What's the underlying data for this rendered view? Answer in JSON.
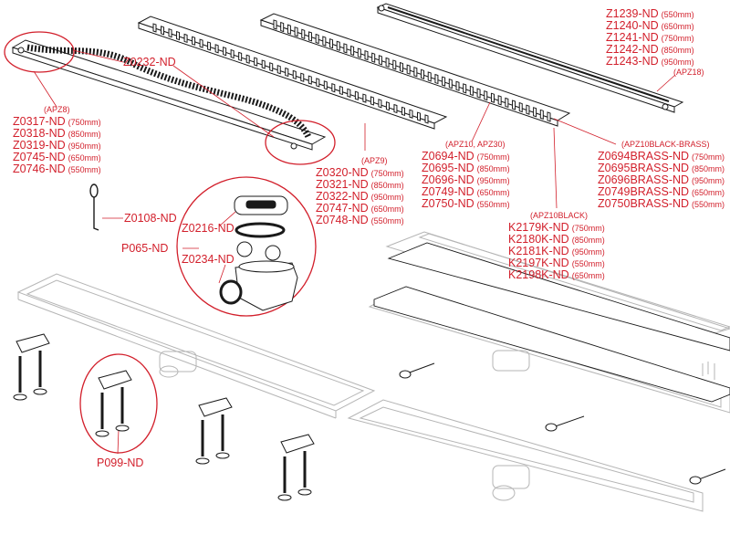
{
  "colors": {
    "accent": "#d21f2b",
    "line": "#1a1a1a",
    "ghost": "#b5b5b5"
  },
  "labels": {
    "z1239_group": {
      "rows": [
        {
          "code": "Z1239-ND",
          "mm": "(550mm)"
        },
        {
          "code": "Z1240-ND",
          "mm": "(650mm)"
        },
        {
          "code": "Z1241-ND",
          "mm": "(750mm)"
        },
        {
          "code": "Z1242-ND",
          "mm": "(850mm)"
        },
        {
          "code": "Z1243-ND",
          "mm": "(950mm)"
        }
      ],
      "group": "(APZ18)"
    },
    "z0232": "Z0232-ND",
    "apz8_group": {
      "group": "(APZ8)",
      "rows": [
        {
          "code": "Z0317-ND",
          "mm": "(750mm)"
        },
        {
          "code": "Z0318-ND",
          "mm": "(850mm)"
        },
        {
          "code": "Z0319-ND",
          "mm": "(950mm)"
        },
        {
          "code": "Z0745-ND",
          "mm": "(650mm)"
        },
        {
          "code": "Z0746-ND",
          "mm": "(550mm)"
        }
      ]
    },
    "apz9_group": {
      "group": "(APZ9)",
      "rows": [
        {
          "code": "Z0320-ND",
          "mm": "(750mm)"
        },
        {
          "code": "Z0321-ND",
          "mm": "(850mm)"
        },
        {
          "code": "Z0322-ND",
          "mm": "(950mm)"
        },
        {
          "code": "Z0747-ND",
          "mm": "(650mm)"
        },
        {
          "code": "Z0748-ND",
          "mm": "(550mm)"
        }
      ]
    },
    "apz10_group": {
      "group": "(APZ10, APZ30)",
      "rows": [
        {
          "code": "Z0694-ND",
          "mm": "(750mm)"
        },
        {
          "code": "Z0695-ND",
          "mm": "(850mm)"
        },
        {
          "code": "Z0696-ND",
          "mm": "(950mm)"
        },
        {
          "code": "Z0749-ND",
          "mm": "(650mm)"
        },
        {
          "code": "Z0750-ND",
          "mm": "(550mm)"
        }
      ]
    },
    "apz10brass_group": {
      "group": "(APZ10BLACK-BRASS)",
      "rows": [
        {
          "code": "Z0694BRASS-ND",
          "mm": "(750mm)"
        },
        {
          "code": "Z0695BRASS-ND",
          "mm": "(850mm)"
        },
        {
          "code": "Z0696BRASS-ND",
          "mm": "(950mm)"
        },
        {
          "code": "Z0749BRASS-ND",
          "mm": "(650mm)"
        },
        {
          "code": "Z0750BRASS-ND",
          "mm": "(550mm)"
        }
      ]
    },
    "apz10black_group": {
      "group": "(APZ10BLACK)",
      "rows": [
        {
          "code": "K2179K-ND",
          "mm": "(750mm)"
        },
        {
          "code": "K2180K-ND",
          "mm": "(850mm)"
        },
        {
          "code": "K2181K-ND",
          "mm": "(950mm)"
        },
        {
          "code": "K2197K-ND",
          "mm": "(550mm)"
        },
        {
          "code": "K2198K-ND",
          "mm": "(650mm)"
        }
      ]
    },
    "z0108": "Z0108-ND",
    "z0216": "Z0216-ND",
    "p065": "P065-ND",
    "z0234": "Z0234-ND",
    "p099": "P099-ND"
  }
}
